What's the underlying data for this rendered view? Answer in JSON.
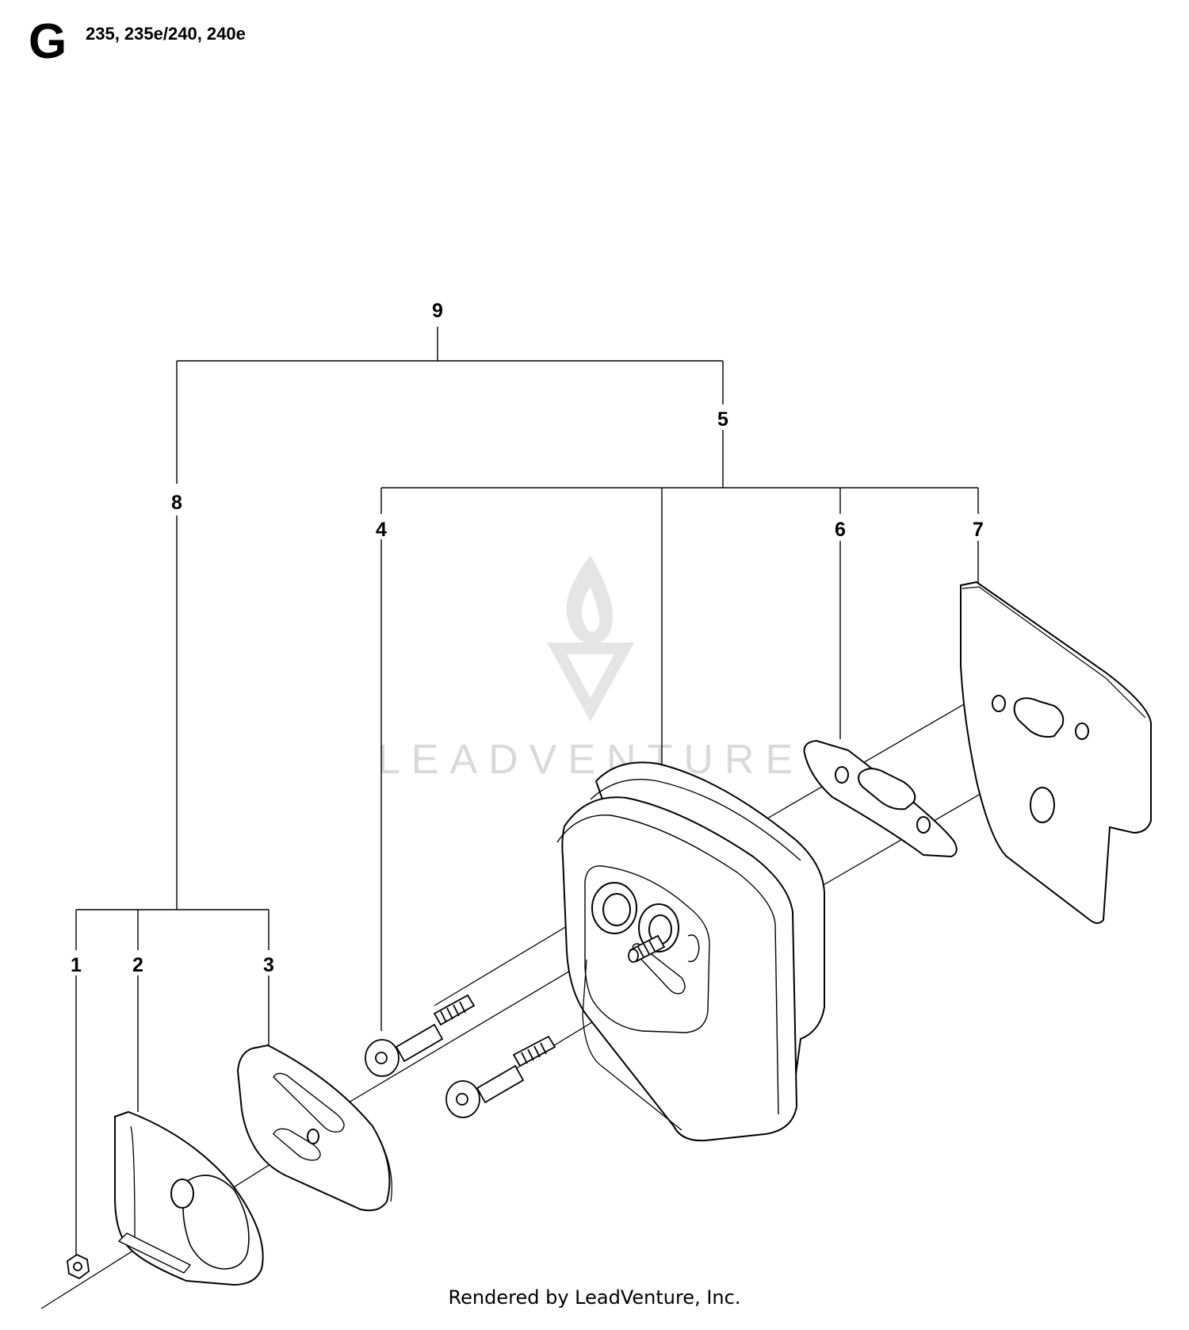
{
  "header": {
    "section_letter": "G",
    "models": "235, 235e/240, 240e"
  },
  "watermark": {
    "text": "LEADVENTURE"
  },
  "callouts": {
    "c1": "1",
    "c2": "2",
    "c3": "3",
    "c4": "4",
    "c5": "5",
    "c6": "6",
    "c7": "7",
    "c8": "8",
    "c9": "9"
  },
  "footer": {
    "credit": "Rendered by LeadVenture, Inc."
  }
}
